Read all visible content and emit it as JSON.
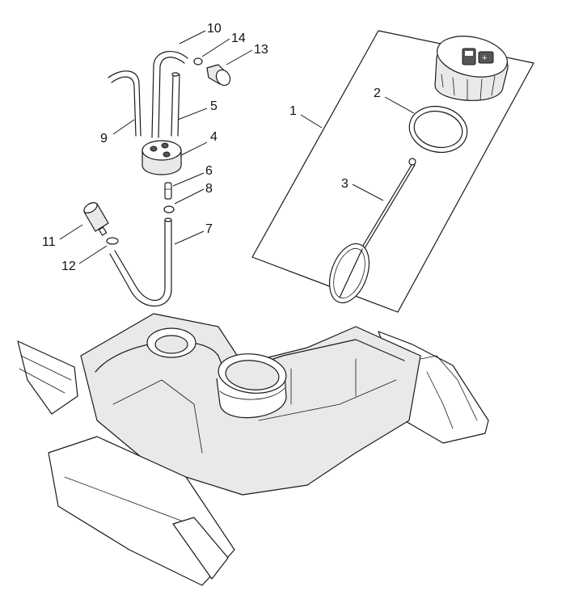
{
  "callouts": {
    "c1": "1",
    "c2": "2",
    "c3": "3",
    "c4": "4",
    "c5": "5",
    "c6": "6",
    "c7": "7",
    "c8": "8",
    "c9": "9",
    "c10": "10",
    "c11": "11",
    "c12": "12",
    "c13": "13",
    "c14": "14"
  },
  "cap_icons": [
    "fuel-pump-icon",
    "plus-minus-icon"
  ],
  "colors": {
    "line": "#1a1a1a",
    "shade": "#e9e9e9",
    "background": "#ffffff"
  }
}
